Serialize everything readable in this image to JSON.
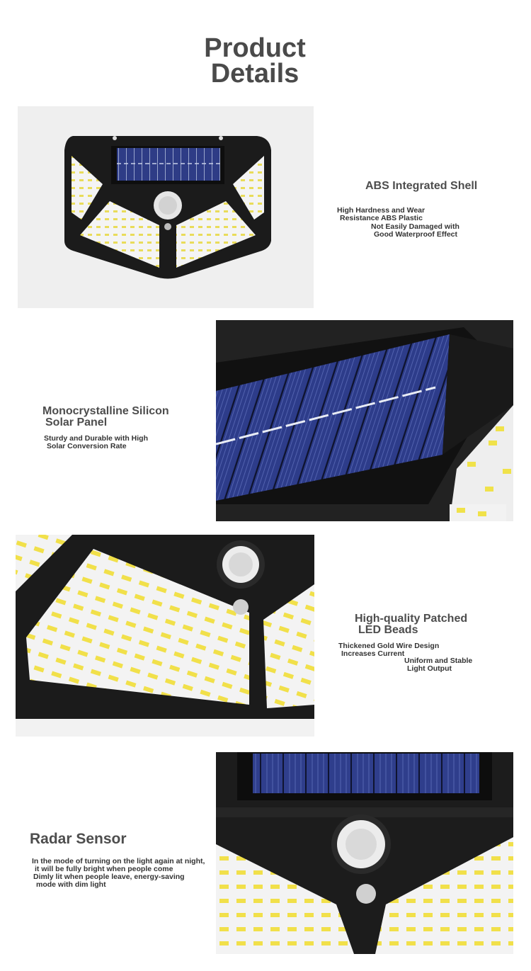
{
  "page_title": {
    "line1": "Product",
    "line2": "Details"
  },
  "sections": [
    {
      "heading": "ABS Integrated Shell",
      "lines": [
        "High Hardness and Wear",
        "Resistance ABS Plastic",
        "Not Easily Damaged with",
        "Good Waterproof Effect"
      ]
    },
    {
      "heading_lines": [
        "Monocrystalline Silicon",
        "Solar Panel"
      ],
      "lines": [
        "Sturdy and Durable with High",
        "Solar Conversion Rate"
      ]
    },
    {
      "heading_lines": [
        "High-quality Patched",
        "LED Beads"
      ],
      "lines": [
        "Thickened Gold Wire Design",
        "Increases Current",
        "Uniform and Stable",
        "Light Output"
      ]
    },
    {
      "heading": "Radar Sensor",
      "lines": [
        "In the mode of turning on the light again at night,",
        "it will be fully bright when people come",
        "Dimly lit when people leave, energy-saving",
        "mode with dim light"
      ]
    }
  ],
  "colors": {
    "heading": "#4d4d4d",
    "body": "#333333",
    "solar": "#2b3a7a",
    "shell": "#1a1a1a",
    "led": "#f2e04a"
  }
}
